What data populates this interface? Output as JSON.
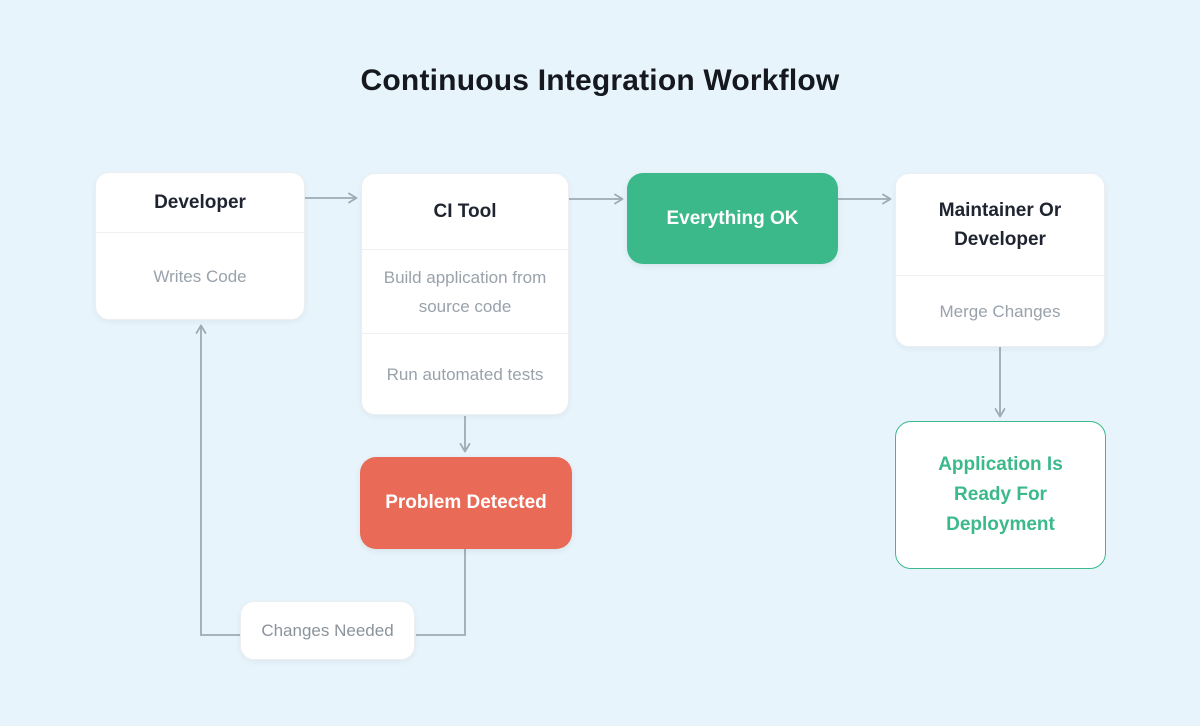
{
  "title": "Continuous Integration Workflow",
  "colors": {
    "background": "#E7F4FB",
    "green": "#3CB98B",
    "red": "#E96B57",
    "line": "#9CABB5"
  },
  "nodes": {
    "developer": {
      "title": "Developer",
      "subtitle": "Writes Code"
    },
    "ci_tool": {
      "title": "CI Tool",
      "steps": [
        "Build application from source code",
        "Run automated tests"
      ]
    },
    "everything_ok": {
      "label": "Everything OK"
    },
    "maintainer": {
      "title": "Maintainer Or Developer",
      "subtitle": "Merge Changes"
    },
    "app_ready": {
      "label": "Application Is Ready For Deployment"
    },
    "problem": {
      "label": "Problem Detected"
    },
    "changes_needed": {
      "label": "Changes Needed"
    }
  }
}
